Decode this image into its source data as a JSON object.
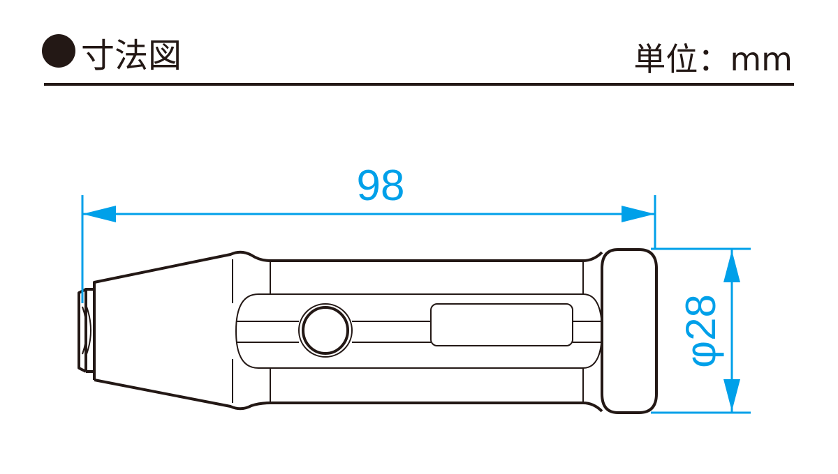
{
  "header": {
    "title": "寸法図",
    "unit_label": "単位：mm"
  },
  "dimensions": {
    "length": "98",
    "diameter": "φ28"
  },
  "colors": {
    "dimension": "#00a0e9",
    "outline": "#231815"
  },
  "icons": {
    "bullet": "black-circle"
  }
}
